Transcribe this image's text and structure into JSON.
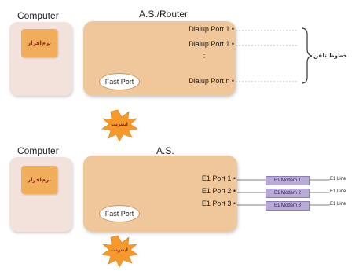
{
  "diagram1": {
    "computer_title": "Computer",
    "router_title": "A.S./Router",
    "software_label": "نرم‌افزار",
    "ports": [
      "Dialup Port 1",
      "Dialup Port 1",
      "Dialup Port n"
    ],
    "ellipsis": ":",
    "fast_port": "Fast Port",
    "phone_lines_label": "خطوط تلفن",
    "internet_label": "اینترنت"
  },
  "diagram2": {
    "computer_title": "Computer",
    "router_title": "A.S.",
    "software_label": "نرم‌افزار",
    "ports": [
      "E1 Port 1",
      "E1 Port 2",
      "E1 Port 3"
    ],
    "modems": [
      "E1 Modem 1",
      "E1 Modem 2",
      "E1 Modem 3"
    ],
    "lines": [
      "E1 Line",
      "E1 Line",
      "E1 Line"
    ],
    "fast_port": "Fast Port",
    "internet_label": "اینترنت"
  },
  "colors": {
    "computer_fill": "#f3e2dc",
    "software_fill": "#f0ad5a",
    "router_fill": "#f0c79a",
    "modem_fill": "#b9aad8",
    "burst_fill": "#f59a2a"
  }
}
